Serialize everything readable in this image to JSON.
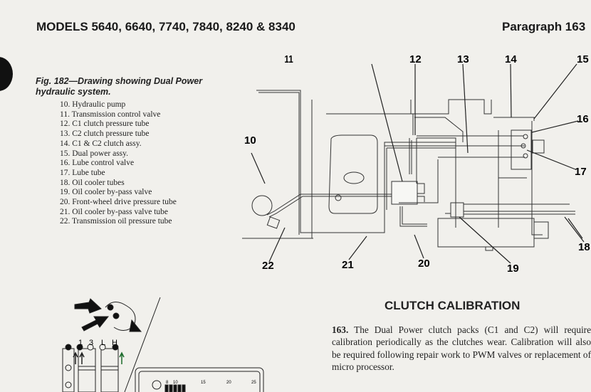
{
  "header": {
    "models": "MODELS 5640, 6640, 7740, 7840, 8240 & 8340",
    "paragraph": "Paragraph 163"
  },
  "figure": {
    "caption_line1": "Fig. 182—Drawing showing Dual Power",
    "caption_line2": "hydraulic system.",
    "legend": [
      "10. Hydraulic pump",
      "11. Transmission control valve",
      "12. C1 clutch pressure tube",
      "13. C2 clutch pressure tube",
      "14. C1 & C2 clutch assy.",
      "15. Dual power assy.",
      "16. Lube control valve",
      "17. Lube tube",
      "18. Oil cooler tubes",
      "19. Oil cooler by-pass valve",
      "20. Front-wheel drive pressure tube",
      "21. Oil cooler by-pass valve tube",
      "22. Transmission oil pressure tube"
    ],
    "callouts": [
      "10",
      "11",
      "12",
      "13",
      "14",
      "15",
      "16",
      "17",
      "18",
      "19",
      "20",
      "21",
      "22"
    ]
  },
  "lower_figure": {
    "switch_labels": [
      "1",
      "3",
      "L",
      "H"
    ],
    "gauge_ticks": [
      "8",
      "10",
      "15",
      "20",
      "25"
    ]
  },
  "section": {
    "title": "CLUTCH CALIBRATION",
    "para_number": "163.",
    "para_text": "The Dual Power clutch packs (C1 and C2) will require calibration periodically as the clutches wear. Calibration will also be required following repair work to PWM valves or replacement of micro processor."
  }
}
